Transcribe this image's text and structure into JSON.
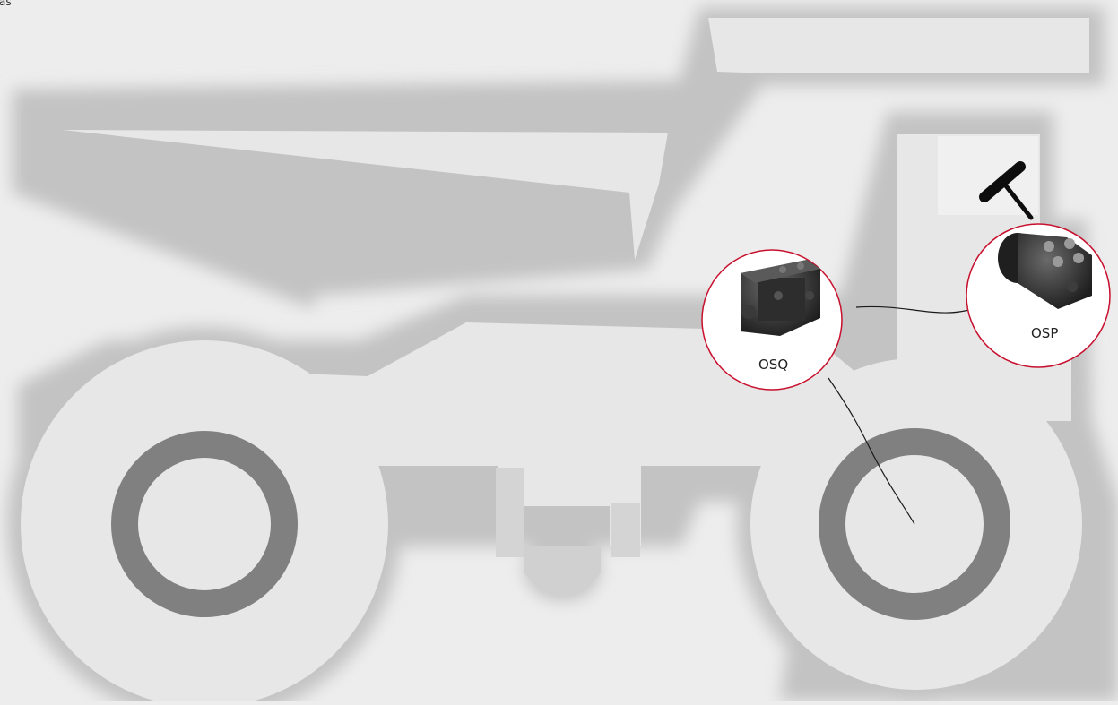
{
  "corner_text": "as",
  "colors": {
    "background": "#ededed",
    "silhouette": "#c8c8c8",
    "tire": "#7f7f7f",
    "callout_ring": "#c8102e",
    "leader_line": "#1a1a1a"
  },
  "callouts": [
    {
      "label": "OSQ",
      "icon": "osq-steering-valve-icon"
    },
    {
      "label": "OSP",
      "icon": "osp-steering-unit-icon"
    }
  ],
  "vehicle": {
    "icon": "mining-dump-truck-silhouette",
    "steering_wheel_icon": "steering-wheel-icon"
  }
}
